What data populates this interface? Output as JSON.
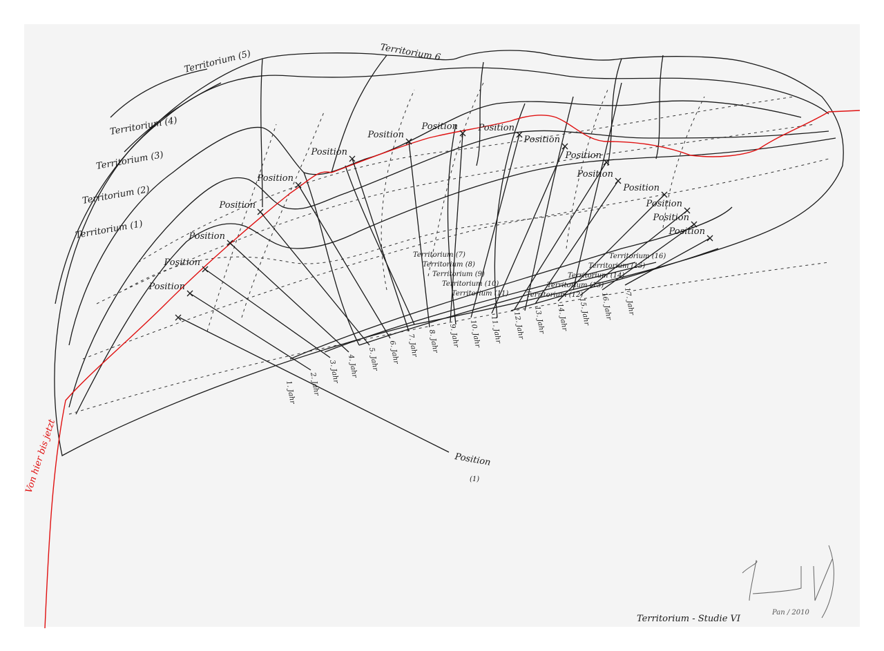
{
  "title": "Territorium - Studie VI",
  "signature": "Pan / 2010",
  "red_line_label": "Von hier bis jetzt",
  "colors": {
    "paper": "#f4f4f4",
    "ink": "#1a1a1a",
    "red_line": "#e01010"
  },
  "territories": [
    "Territorium (1)",
    "Territorium (2)",
    "Territorium (3)",
    "Territorium (4)",
    "Territorium (5)",
    "Territorium 6",
    "Territorium (7)",
    "Territorium (8)",
    "Territorium (9)",
    "Territorium (10)",
    "Territorium (11)",
    "Territorium (12)",
    "Territorium (13)",
    "Territorium (14)",
    "Territorium (15)",
    "Territorium (16)"
  ],
  "position_label": "Position",
  "position_1": {
    "label": "Position",
    "number": "(1)"
  },
  "years": [
    "1. Jahr",
    "2. Jahr",
    "3. Jahr",
    "4. Jahr",
    "5. Jahr",
    "6. Jahr",
    "7. Jahr",
    "8. Jahr",
    "9. Jahr",
    "10. Jahr",
    "11. Jahr",
    "12. Jahr",
    "13. Jahr",
    "14. Jahr",
    "15. Jahr",
    "16. Jahr",
    "17. Jahr"
  ]
}
